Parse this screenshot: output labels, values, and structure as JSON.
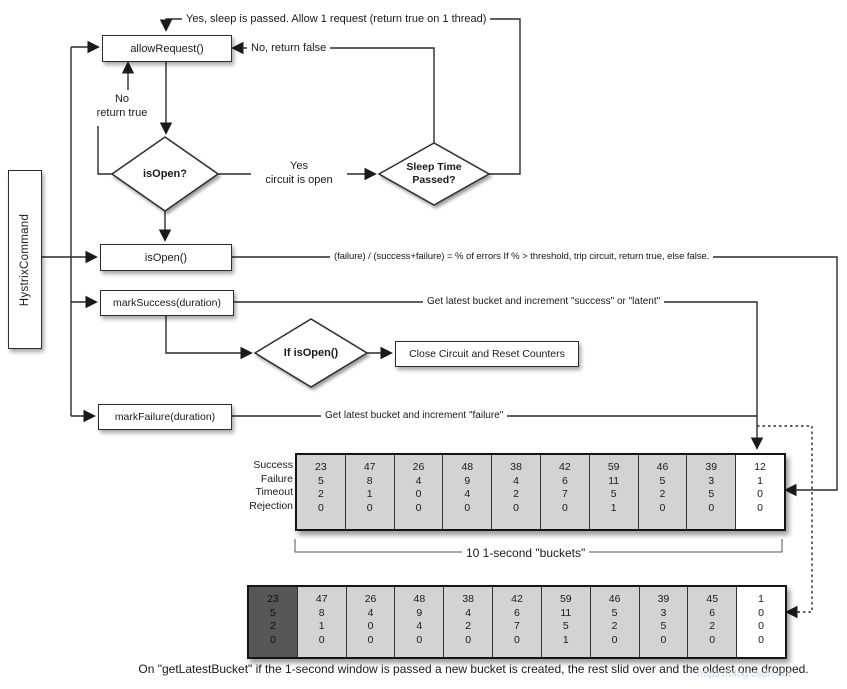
{
  "rail": {
    "label": "HystrixCommand"
  },
  "nodes": {
    "allow_request": "allowRequest()",
    "is_open_q": "isOpen?",
    "sleep_time": "Sleep Time\nPassed?",
    "is_open_fn": "isOpen()",
    "mark_success": "markSuccess(duration)",
    "if_is_open": "If isOpen()",
    "close_circuit": "Close Circuit and Reset Counters",
    "mark_failure": "markFailure(duration)"
  },
  "edge_labels": {
    "yes_sleep": "Yes, sleep is passed.  Allow 1 request (return true on 1 thread)",
    "no_return_false": "No, return false",
    "no_return_true": "No\nreturn true",
    "yes_circuit_open": "Yes\ncircuit is open",
    "error_calc": "(failure) / (success+failure) = % of errors   If % > threshold, trip circuit, return true, else false.",
    "success_note": "Get latest bucket and increment \"success\" or \"latent\"",
    "failure_note": "Get latest bucket and increment \"failure\""
  },
  "buckets": {
    "row_labels": [
      "Success",
      "Failure",
      "Timeout",
      "Rejection"
    ],
    "top_row": [
      {
        "values": [
          23,
          5,
          2,
          0
        ],
        "state": "normal"
      },
      {
        "values": [
          47,
          8,
          1,
          0
        ],
        "state": "normal"
      },
      {
        "values": [
          26,
          4,
          0,
          0
        ],
        "state": "normal"
      },
      {
        "values": [
          48,
          9,
          4,
          0
        ],
        "state": "normal"
      },
      {
        "values": [
          38,
          4,
          2,
          0
        ],
        "state": "normal"
      },
      {
        "values": [
          42,
          6,
          7,
          0
        ],
        "state": "normal"
      },
      {
        "values": [
          59,
          11,
          5,
          1
        ],
        "state": "normal"
      },
      {
        "values": [
          46,
          5,
          2,
          0
        ],
        "state": "normal"
      },
      {
        "values": [
          39,
          3,
          5,
          0
        ],
        "state": "normal"
      },
      {
        "values": [
          12,
          1,
          0,
          0
        ],
        "state": "new"
      }
    ],
    "bottom_row": [
      {
        "values": [
          23,
          5,
          2,
          0
        ],
        "state": "oldest"
      },
      {
        "values": [
          47,
          8,
          1,
          0
        ],
        "state": "normal"
      },
      {
        "values": [
          26,
          4,
          0,
          0
        ],
        "state": "normal"
      },
      {
        "values": [
          48,
          9,
          4,
          0
        ],
        "state": "normal"
      },
      {
        "values": [
          38,
          4,
          2,
          0
        ],
        "state": "normal"
      },
      {
        "values": [
          42,
          6,
          7,
          0
        ],
        "state": "normal"
      },
      {
        "values": [
          59,
          11,
          5,
          1
        ],
        "state": "normal"
      },
      {
        "values": [
          46,
          5,
          2,
          0
        ],
        "state": "normal"
      },
      {
        "values": [
          39,
          3,
          5,
          0
        ],
        "state": "normal"
      },
      {
        "values": [
          45,
          6,
          2,
          0
        ],
        "state": "normal"
      },
      {
        "values": [
          1,
          0,
          0,
          0
        ],
        "state": "new"
      }
    ],
    "group_caption": "10 1-second \"buckets\"",
    "bottom_caption": "On \"getLatestBucket\" if the 1-second window is passed a new bucket is created, the rest slid over and the oldest one dropped."
  },
  "watermark": "https://blog.csdn.net"
}
